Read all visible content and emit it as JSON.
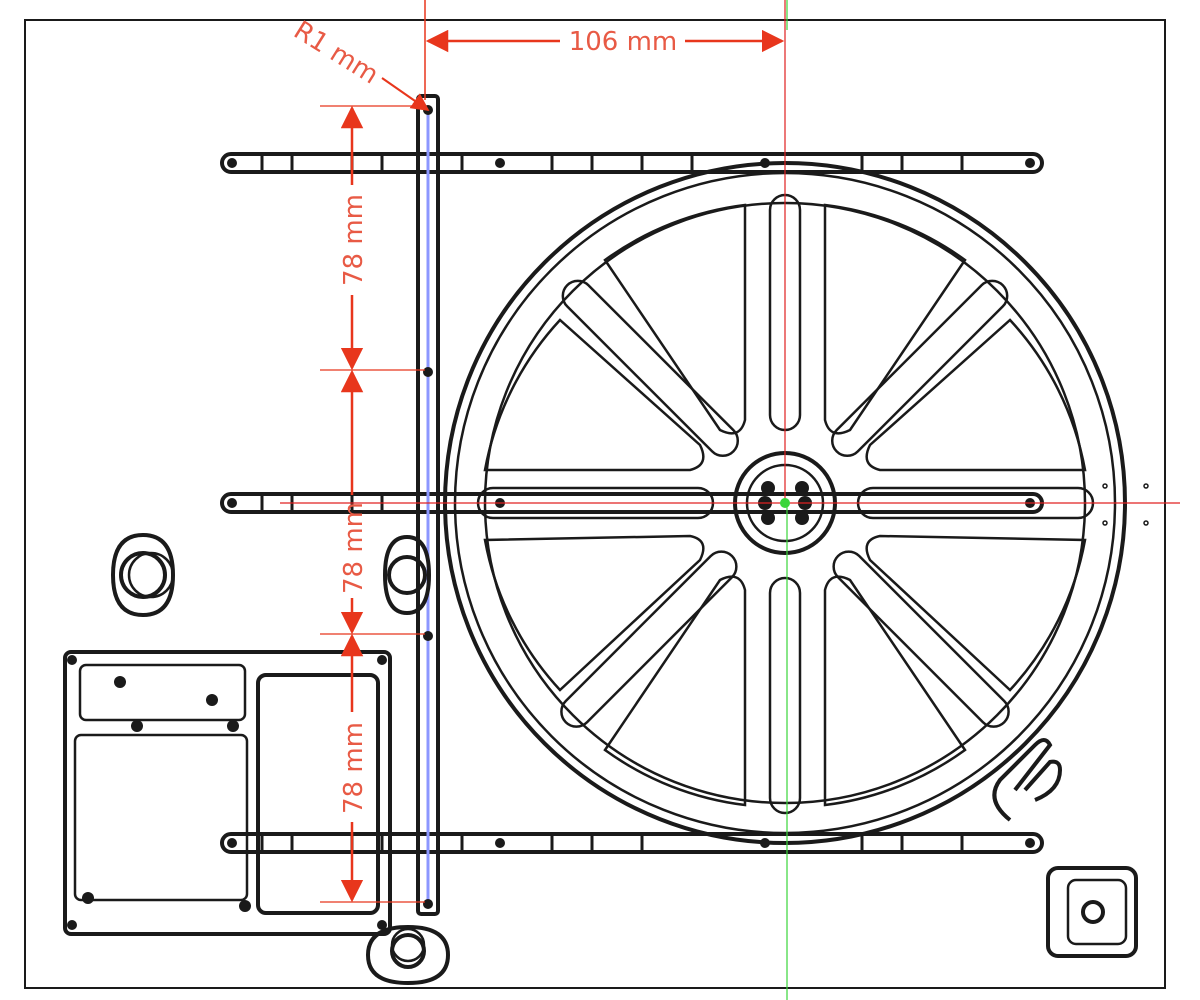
{
  "colors": {
    "part_stroke": "#1a1a1a",
    "dimension": "#e8361c",
    "dimension_text": "#e85a45",
    "axis_red": "#e02020",
    "axis_green": "#3ad63a",
    "selection": "#8c97ff",
    "background": "#ffffff"
  },
  "dimensions": {
    "radius_label": "R1 mm",
    "horizontal_label": "106 mm",
    "vertical_1_label": "78 mm",
    "vertical_2_label": "78 mm",
    "vertical_3_label": "78 mm"
  },
  "icons": {
    "origin": "origin-point-icon"
  }
}
